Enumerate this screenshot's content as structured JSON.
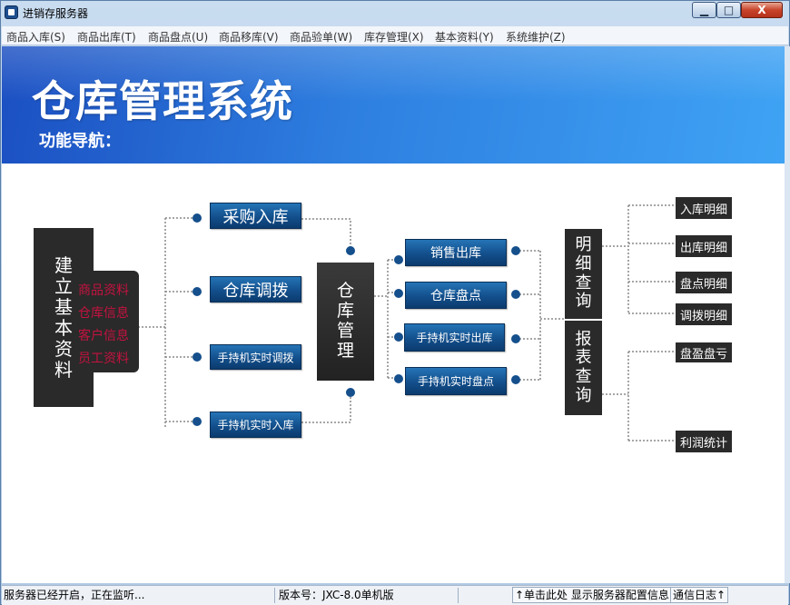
{
  "window": {
    "title": "进销存服务器",
    "min_glyph": "▁",
    "max_glyph": "□",
    "close_glyph": "X"
  },
  "menu": [
    "商品入库(S)",
    "商品出库(T)",
    "商品盘点(U)",
    "商品移库(V)",
    "商品验单(W)",
    "库存管理(X)",
    "基本资料(Y)",
    "系统维护(Z)"
  ],
  "banner": {
    "title": "仓库管理系统",
    "subtitle": "功能导航："
  },
  "nav": {
    "basic": {
      "label_chars": [
        "建",
        "立",
        "基",
        "本",
        "资",
        "料"
      ],
      "items": [
        "商品资料",
        "仓库信息",
        "客户信息",
        "员工资料"
      ]
    },
    "inbound": [
      "采购入库",
      "仓库调拨",
      "手持机实时调拨",
      "手持机实时入库"
    ],
    "center_chars": [
      "仓",
      "库",
      "管",
      "理"
    ],
    "outbound": [
      "销售出库",
      "仓库盘点",
      "手持机实时出库",
      "手持机实时盘点"
    ],
    "detail_query_chars": [
      "明",
      "细",
      "查",
      "询"
    ],
    "report_query_chars": [
      "报",
      "表",
      "查",
      "询"
    ],
    "details": [
      "入库明细",
      "出库明细",
      "盘点明细",
      "调拨明细"
    ],
    "reports": [
      "盘盈盘亏",
      "利润统计"
    ]
  },
  "status": {
    "server": "服务器已经开启，正在监听...",
    "version": "版本号：JXC-8.0单机版",
    "config_link": "↑单击此处 显示服务器配置信息",
    "log_link": "通信日志↑"
  },
  "colors": {
    "banner_from": "#1b4fc2",
    "banner_to": "#3fa3f4",
    "nav_button": "#134f8c",
    "dark_box": "#2a2a2a",
    "basic_item_text": "#c4123f"
  }
}
